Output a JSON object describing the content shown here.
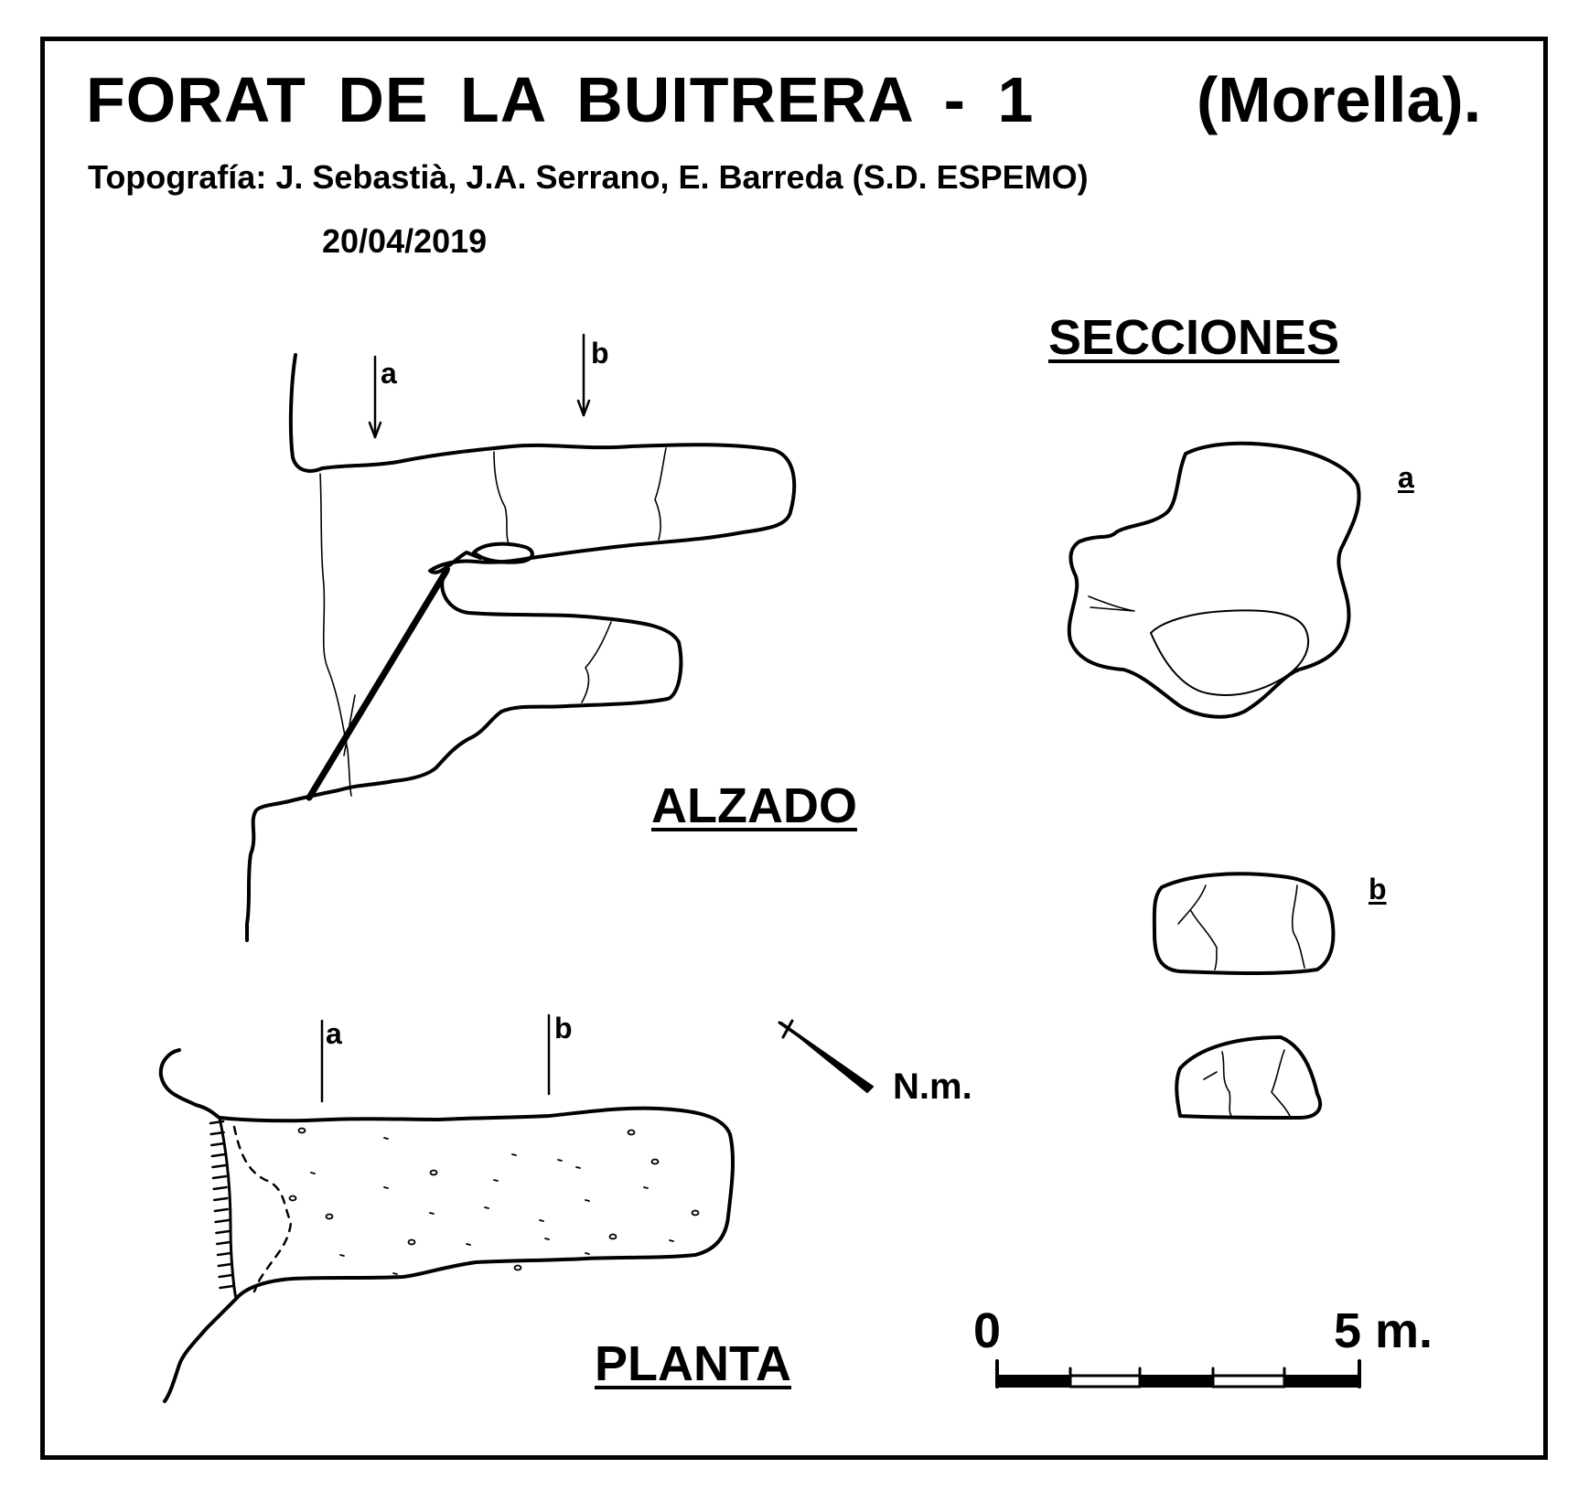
{
  "header": {
    "title": "FORAT  DE  LA  BUITRERA - 1",
    "location": "(Morella).",
    "credits": "Topografía:  J. Sebastià, J.A. Serrano, E. Barreda  (S.D. ESPEMO)",
    "date": "20/04/2019"
  },
  "views": {
    "sections_heading": "SECCIONES",
    "elevation_heading": "ALZADO",
    "plan_heading": "PLANTA"
  },
  "markers": {
    "elevation_a": "a",
    "elevation_b": "b",
    "plan_a": "a",
    "plan_b": "b",
    "section_a": "a",
    "section_b": "b"
  },
  "north": {
    "label": "N.m.",
    "icon": "north-arrow-icon"
  },
  "scale": {
    "start": "0",
    "end": "5 m."
  },
  "colors": {
    "ink": "#000000",
    "paper": "#ffffff"
  }
}
